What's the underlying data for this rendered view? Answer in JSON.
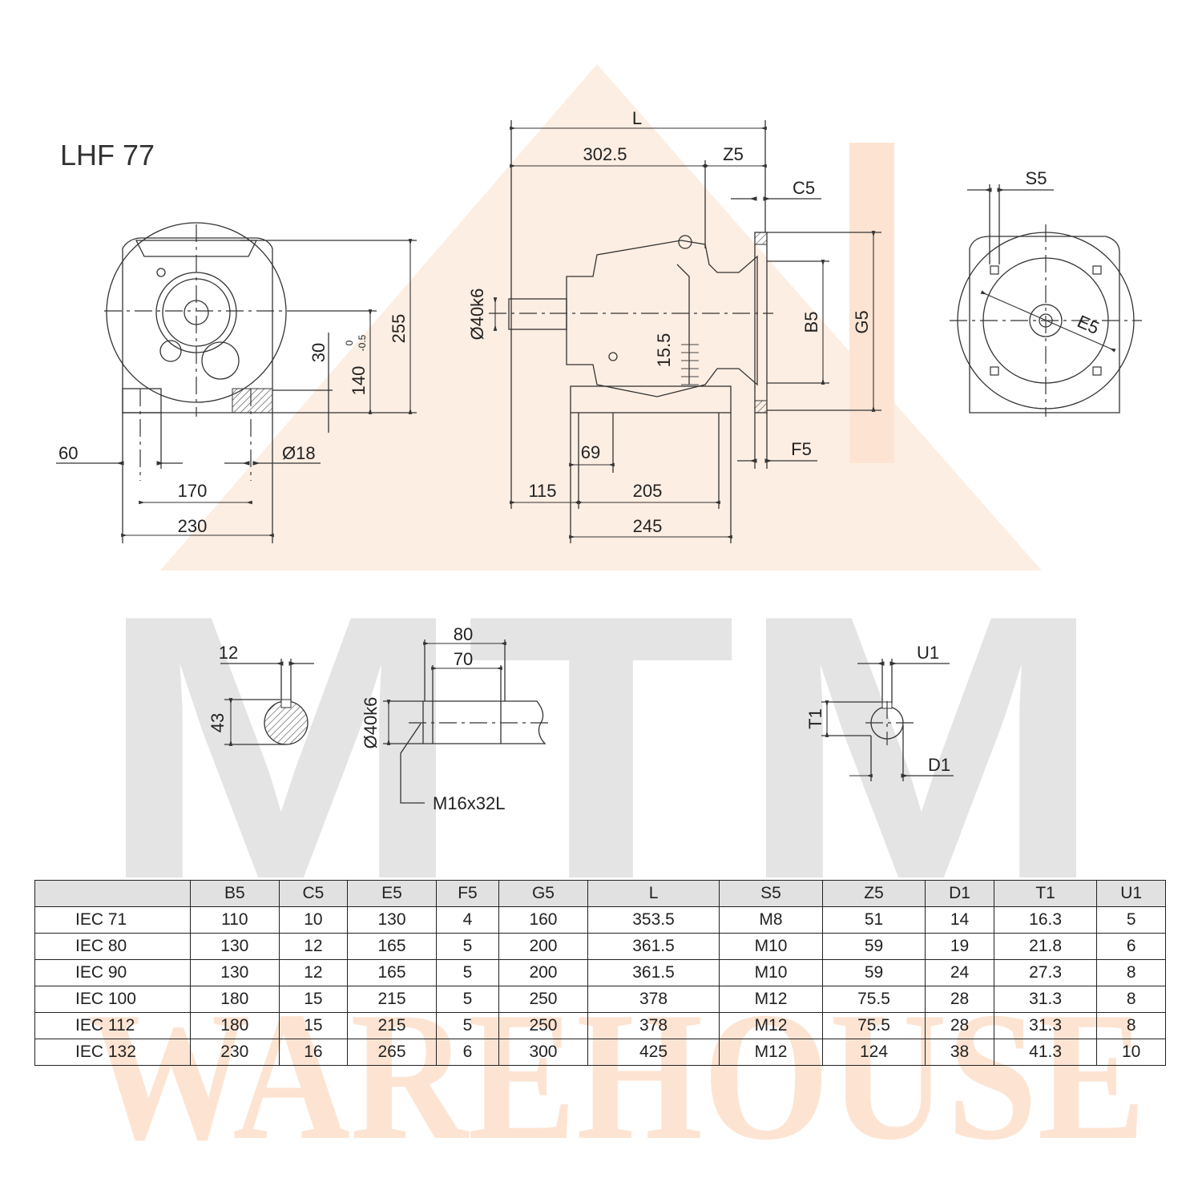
{
  "title": "LHF 77",
  "watermark": {
    "top": "MTM",
    "bottom": "WAREHOUSE",
    "gray": "#e4e4e4",
    "orange": "#fde4d2"
  },
  "front_view": {
    "dim_60": "60",
    "dim_170": "170",
    "dim_230": "230",
    "dim_d18": "Ø18",
    "dim_30": "30",
    "dim_140": "140",
    "tol_upper": "0",
    "tol_lower": "-0.5",
    "dim_255": "255"
  },
  "side_view": {
    "L": "L",
    "dim_302": "302.5",
    "Z5": "Z5",
    "C5": "C5",
    "shaft": "Ø40k6",
    "dim_15": "15.5",
    "B5": "B5",
    "G5": "G5",
    "dim_69": "69",
    "F5": "F5",
    "dim_115": "115",
    "dim_205": "205",
    "dim_245": "245"
  },
  "flange_view": {
    "S5": "S5",
    "E5": "E5"
  },
  "details": {
    "key_12": "12",
    "key_43": "43",
    "dim_80": "80",
    "dim_70": "70",
    "shaft": "Ø40k6",
    "thread": "M16x32L",
    "U1": "U1",
    "T1": "T1",
    "D1": "D1"
  },
  "table": {
    "headers": [
      "",
      "B5",
      "C5",
      "E5",
      "F5",
      "G5",
      "L",
      "S5",
      "Z5",
      "D1",
      "T1",
      "U1"
    ],
    "rows": [
      [
        "IEC 71",
        "110",
        "10",
        "130",
        "4",
        "160",
        "353.5",
        "M8",
        "51",
        "14",
        "16.3",
        "5"
      ],
      [
        "IEC 80",
        "130",
        "12",
        "165",
        "5",
        "200",
        "361.5",
        "M10",
        "59",
        "19",
        "21.8",
        "6"
      ],
      [
        "IEC 90",
        "130",
        "12",
        "165",
        "5",
        "200",
        "361.5",
        "M10",
        "59",
        "24",
        "27.3",
        "8"
      ],
      [
        "IEC 100",
        "180",
        "15",
        "215",
        "5",
        "250",
        "378",
        "M12",
        "75.5",
        "28",
        "31.3",
        "8"
      ],
      [
        "IEC 112",
        "180",
        "15",
        "215",
        "5",
        "250",
        "378",
        "M12",
        "75.5",
        "28",
        "31.3",
        "8"
      ],
      [
        "IEC 132",
        "230",
        "16",
        "265",
        "6",
        "300",
        "425",
        "M12",
        "124",
        "38",
        "41.3",
        "10"
      ]
    ]
  }
}
